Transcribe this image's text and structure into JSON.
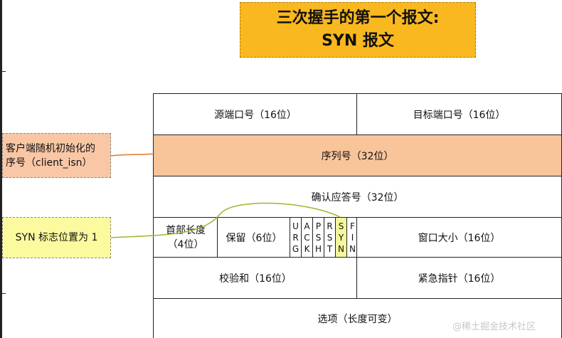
{
  "title": {
    "line1": "三次握手的第一个报文:",
    "line2": "SYN 报文"
  },
  "header_rows": {
    "src_port": "源端口号（16位）",
    "dst_port": "目标端口号（16位）",
    "seq": "序列号（32位）",
    "ack": "确认应答号（32位）",
    "header_len": [
      "首部长度",
      "（4位）"
    ],
    "reserved": "保留（6位）",
    "flags": [
      {
        "letters": [
          "U",
          "R",
          "G"
        ],
        "set": false
      },
      {
        "letters": [
          "A",
          "C",
          "K"
        ],
        "set": false
      },
      {
        "letters": [
          "P",
          "S",
          "H"
        ],
        "set": false
      },
      {
        "letters": [
          "R",
          "S",
          "T"
        ],
        "set": false
      },
      {
        "letters": [
          "S",
          "Y",
          "N"
        ],
        "set": true
      },
      {
        "letters": [
          "F",
          "I",
          "N"
        ],
        "set": false
      }
    ],
    "window": "窗口大小（16位）",
    "checksum": "校验和（16位）",
    "urgent": "紧急指针（16位）",
    "options": "选项（长度可变）"
  },
  "notes": {
    "client_isn": [
      "客户端随机初始化的",
      "序号（client_isn）"
    ],
    "syn_flag": "SYN 标志位置为 1"
  },
  "colors": {
    "title_bg": "#f9b81f",
    "seq_bg": "#f8c49a",
    "syn_flag_bg": "#f4f79c",
    "note_syn_bg": "#fbfa9e",
    "connector": "#9ab830"
  },
  "watermark": "@稀土掘金技术社区"
}
